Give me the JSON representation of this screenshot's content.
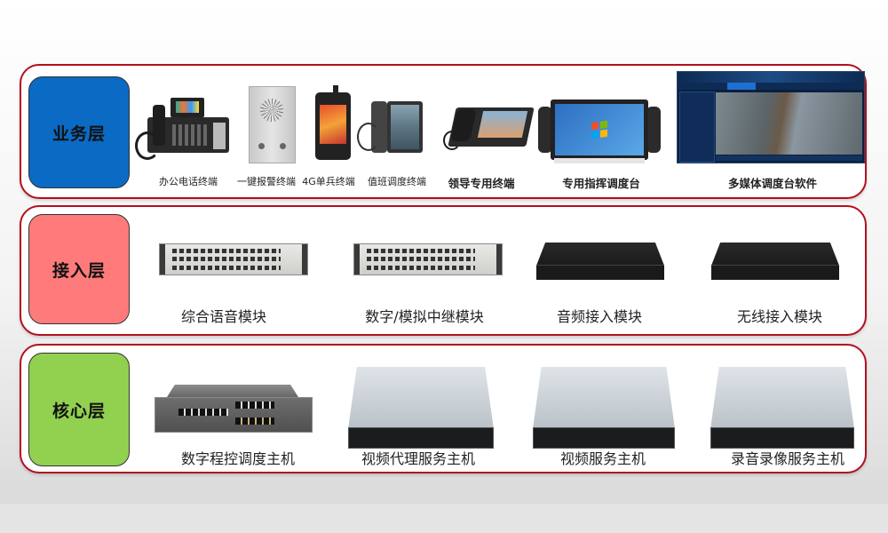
{
  "diagram": {
    "layers": [
      {
        "id": "business",
        "label": "业务层",
        "color": "#0a6ac4",
        "items": [
          {
            "label": "办公电话终端",
            "icon": "desk-phone-icon"
          },
          {
            "label": "一键报警终端",
            "icon": "alarm-panel-icon"
          },
          {
            "label": "4G单兵终端",
            "icon": "rugged-handheld-icon"
          },
          {
            "label": "值班调度终端",
            "icon": "video-phone-icon"
          },
          {
            "label": "领导专用终端",
            "icon": "executive-phone-icon"
          },
          {
            "label": "专用指挥调度台",
            "icon": "dispatch-console-icon"
          },
          {
            "label": "多媒体调度台软件",
            "icon": "dispatch-software-icon"
          }
        ]
      },
      {
        "id": "access",
        "label": "接入层",
        "color": "#ff7b7b",
        "items": [
          {
            "label": "综合语音模块",
            "icon": "voice-gateway-icon"
          },
          {
            "label": "数字/模拟中继模块",
            "icon": "trunk-gateway-icon"
          },
          {
            "label": "音频接入模块",
            "icon": "audio-access-icon"
          },
          {
            "label": "无线接入模块",
            "icon": "wireless-access-icon"
          }
        ]
      },
      {
        "id": "core",
        "label": "核心层",
        "color": "#92d050",
        "items": [
          {
            "label": "数字程控调度主机",
            "icon": "pbx-chassis-icon"
          },
          {
            "label": "视频代理服务主机",
            "icon": "server-icon"
          },
          {
            "label": "视频服务主机",
            "icon": "server-icon"
          },
          {
            "label": "录音录像服务主机",
            "icon": "server-icon"
          }
        ]
      }
    ],
    "border_color": "#b3101e"
  }
}
